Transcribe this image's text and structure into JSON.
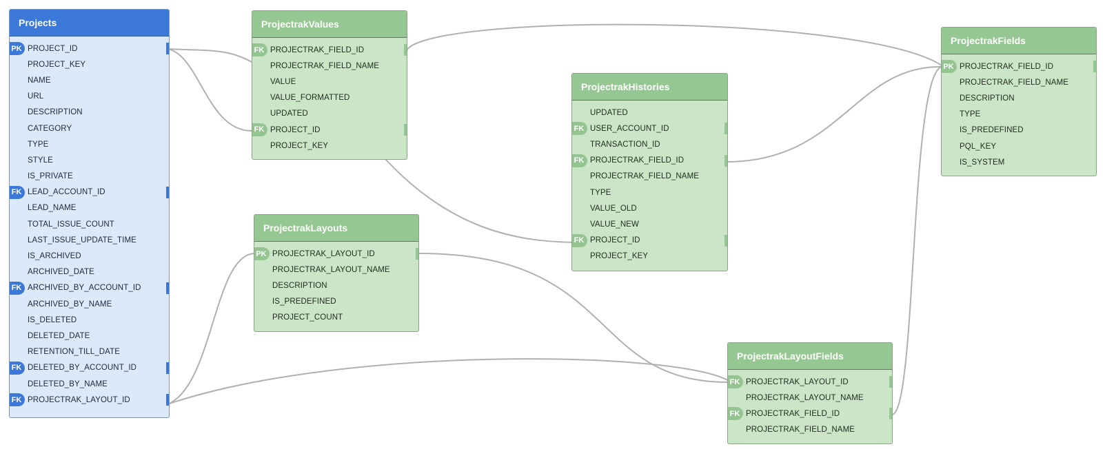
{
  "tables": {
    "projects": {
      "title": "Projects",
      "rows": [
        {
          "key": "PK",
          "name": "PROJECT_ID"
        },
        {
          "key": "",
          "name": "PROJECT_KEY"
        },
        {
          "key": "",
          "name": "NAME"
        },
        {
          "key": "",
          "name": "URL"
        },
        {
          "key": "",
          "name": "DESCRIPTION"
        },
        {
          "key": "",
          "name": "CATEGORY"
        },
        {
          "key": "",
          "name": "TYPE"
        },
        {
          "key": "",
          "name": "STYLE"
        },
        {
          "key": "",
          "name": "IS_PRIVATE"
        },
        {
          "key": "FK",
          "name": "LEAD_ACCOUNT_ID"
        },
        {
          "key": "",
          "name": "LEAD_NAME"
        },
        {
          "key": "",
          "name": "TOTAL_ISSUE_COUNT"
        },
        {
          "key": "",
          "name": "LAST_ISSUE_UPDATE_TIME"
        },
        {
          "key": "",
          "name": "IS_ARCHIVED"
        },
        {
          "key": "",
          "name": "ARCHIVED_DATE"
        },
        {
          "key": "FK",
          "name": "ARCHIVED_BY_ACCOUNT_ID"
        },
        {
          "key": "",
          "name": "ARCHIVED_BY_NAME"
        },
        {
          "key": "",
          "name": "IS_DELETED"
        },
        {
          "key": "",
          "name": "DELETED_DATE"
        },
        {
          "key": "",
          "name": "RETENTION_TILL_DATE"
        },
        {
          "key": "FK",
          "name": "DELETED_BY_ACCOUNT_ID"
        },
        {
          "key": "",
          "name": "DELETED_BY_NAME"
        },
        {
          "key": "FK",
          "name": "PROJECTRAK_LAYOUT_ID"
        }
      ]
    },
    "values": {
      "title": "ProjectrakValues",
      "rows": [
        {
          "key": "FK",
          "name": "PROJECTRAK_FIELD_ID"
        },
        {
          "key": "",
          "name": "PROJECTRAK_FIELD_NAME"
        },
        {
          "key": "",
          "name": "VALUE"
        },
        {
          "key": "",
          "name": "VALUE_FORMATTED"
        },
        {
          "key": "",
          "name": "UPDATED"
        },
        {
          "key": "FK",
          "name": "PROJECT_ID"
        },
        {
          "key": "",
          "name": "PROJECT_KEY"
        }
      ]
    },
    "histories": {
      "title": "ProjectrakHistories",
      "rows": [
        {
          "key": "",
          "name": "UPDATED"
        },
        {
          "key": "FK",
          "name": "USER_ACCOUNT_ID"
        },
        {
          "key": "",
          "name": "TRANSACTION_ID"
        },
        {
          "key": "FK",
          "name": "PROJECTRAK_FIELD_ID"
        },
        {
          "key": "",
          "name": "PROJECTRAK_FIELD_NAME"
        },
        {
          "key": "",
          "name": "TYPE"
        },
        {
          "key": "",
          "name": "VALUE_OLD"
        },
        {
          "key": "",
          "name": "VALUE_NEW"
        },
        {
          "key": "FK",
          "name": "PROJECT_ID"
        },
        {
          "key": "",
          "name": "PROJECT_KEY"
        }
      ]
    },
    "fields": {
      "title": "ProjectrakFields",
      "rows": [
        {
          "key": "PK",
          "name": "PROJECTRAK_FIELD_ID"
        },
        {
          "key": "",
          "name": "PROJECTRAK_FIELD_NAME"
        },
        {
          "key": "",
          "name": "DESCRIPTION"
        },
        {
          "key": "",
          "name": "TYPE"
        },
        {
          "key": "",
          "name": "IS_PREDEFINED"
        },
        {
          "key": "",
          "name": "PQL_KEY"
        },
        {
          "key": "",
          "name": "IS_SYSTEM"
        }
      ]
    },
    "layouts": {
      "title": "ProjectrakLayouts",
      "rows": [
        {
          "key": "PK",
          "name": "PROJECTRAK_LAYOUT_ID"
        },
        {
          "key": "",
          "name": "PROJECTRAK_LAYOUT_NAME"
        },
        {
          "key": "",
          "name": "DESCRIPTION"
        },
        {
          "key": "",
          "name": "IS_PREDEFINED"
        },
        {
          "key": "",
          "name": "PROJECT_COUNT"
        }
      ]
    },
    "layoutfields": {
      "title": "ProjectrakLayoutFields",
      "rows": [
        {
          "key": "FK",
          "name": "PROJECTRAK_LAYOUT_ID"
        },
        {
          "key": "",
          "name": "PROJECTRAK_LAYOUT_NAME"
        },
        {
          "key": "FK",
          "name": "PROJECTRAK_FIELD_ID"
        },
        {
          "key": "",
          "name": "PROJECTRAK_FIELD_NAME"
        }
      ]
    }
  },
  "relationships": [
    {
      "from": "values.PROJECT_ID",
      "to": "projects.PROJECT_ID"
    },
    {
      "from": "values.PROJECTRAK_FIELD_ID",
      "to": "fields.PROJECTRAK_FIELD_ID"
    },
    {
      "from": "histories.PROJECT_ID",
      "to": "projects.PROJECT_ID"
    },
    {
      "from": "histories.PROJECTRAK_FIELD_ID",
      "to": "fields.PROJECTRAK_FIELD_ID"
    },
    {
      "from": "projects.PROJECTRAK_LAYOUT_ID",
      "to": "layouts.PROJECTRAK_LAYOUT_ID"
    },
    {
      "from": "layoutfields.PROJECTRAK_LAYOUT_ID",
      "to": "layouts.PROJECTRAK_LAYOUT_ID"
    },
    {
      "from": "layoutfields.PROJECTRAK_FIELD_ID",
      "to": "fields.PROJECTRAK_FIELD_ID"
    }
  ],
  "colors": {
    "edge": "#b0b0b0",
    "blue_header": "#3c78d8",
    "blue_body": "#dbe9fa",
    "green_header": "#95c792",
    "green_body": "#cbe5c7"
  }
}
